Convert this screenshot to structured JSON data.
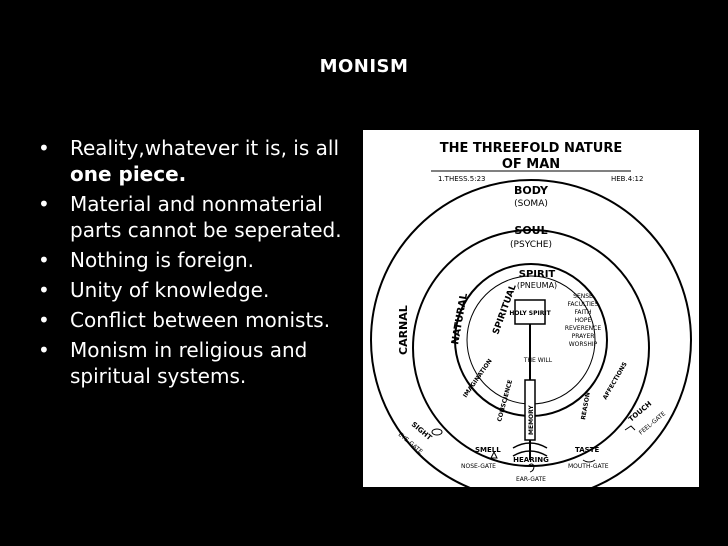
{
  "slide": {
    "title": "MONISM",
    "bullets": [
      {
        "text": "Reality,whatever it is, is all ",
        "bold": "one piece."
      },
      {
        "text": "Material and nonmaterial parts cannot be seperated.",
        "bold": ""
      },
      {
        "text": "Nothing is foreign.",
        "bold": ""
      },
      {
        "text": "Unity of knowledge.",
        "bold": ""
      },
      {
        "text": "Conflict between monists.",
        "bold": ""
      },
      {
        "text": "Monism in religious and spiritual systems.",
        "bold": ""
      }
    ]
  },
  "figure": {
    "title_line1": "THE THREEFOLD NATURE",
    "title_line2": "OF MAN",
    "ref_left": "1.THESS.5:23",
    "ref_right": "HEB.4:12",
    "body": "BODY",
    "soma": "(SOMA)",
    "soul": "SOUL",
    "psyche": "(PSYCHE)",
    "spirit": "SPIRIT",
    "pneuma": "(PNEUMA)",
    "holy_spirit": "HOLY SPIRIT",
    "carnal": "CARNAL",
    "natural": "NATURAL",
    "spiritual": "SPIRITUAL",
    "sense_faculties": [
      "SENSE",
      "FACULTIES",
      "FAITH",
      "HOPE",
      "REVERENCE",
      "PRAYER",
      "WORSHIP"
    ],
    "imagination": "IMAGINATION",
    "conscience": "CONSCIENCE",
    "memory": "MEMORY",
    "reason": "REASON",
    "affections": "AFFECTIONS",
    "will": "THE WILL",
    "gates": [
      {
        "sense": "SIGHT",
        "gate": "EYE-GATE"
      },
      {
        "sense": "SMELL",
        "gate": "NOSE-GATE"
      },
      {
        "sense": "HEARING",
        "gate": "EAR-GATE"
      },
      {
        "sense": "TASTE",
        "gate": "MOUTH-GATE"
      },
      {
        "sense": "TOUCH",
        "gate": "FEEL-GATE"
      }
    ]
  }
}
